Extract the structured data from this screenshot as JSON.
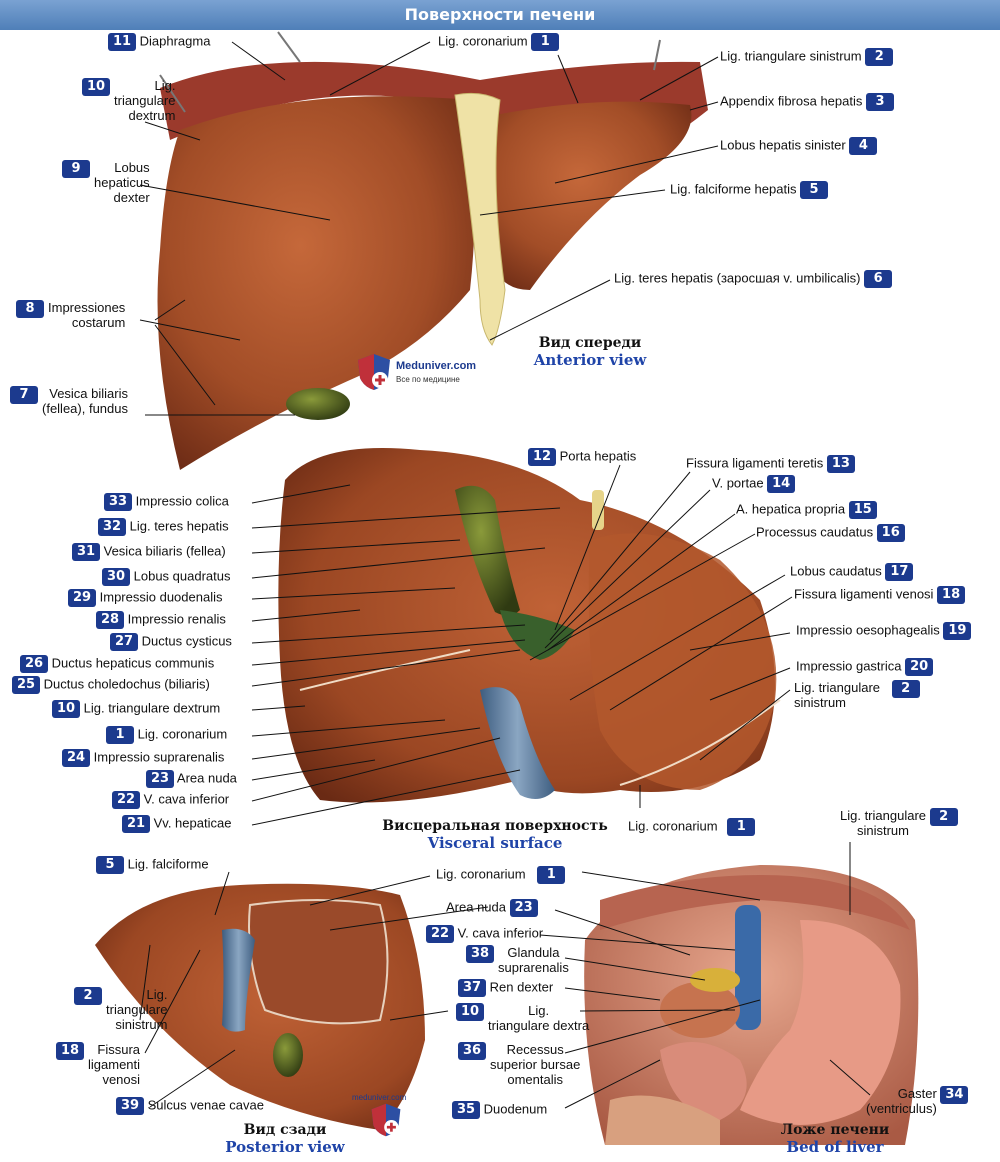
{
  "title": "Поверхности печени",
  "logo": {
    "name": "Meduniver.com",
    "tagline": "Все по медицине",
    "name2": "meduniver.com"
  },
  "colors": {
    "liver": "#a9552e",
    "liver_dark": "#6e2c16",
    "badge": "#1c3a8e",
    "blue_text": "#1f44a8"
  },
  "views": {
    "anterior": {
      "ru": "Вид спереди",
      "en": "Anterior view"
    },
    "visceral": {
      "ru": "Висцеральная поверхность",
      "en": "Visceral surface"
    },
    "posterior": {
      "ru": "Вид сзади",
      "en": "Posterior view"
    },
    "bed": {
      "ru": "Ложе печени",
      "en": "Bed of liver"
    }
  },
  "labels": {
    "l11": {
      "num": "11",
      "text": "Diaphragma"
    },
    "l1a": {
      "num": "1",
      "text": "Lig. coronarium"
    },
    "l2a": {
      "num": "2",
      "text": "Lig. triangulare sinistrum"
    },
    "l3": {
      "num": "3",
      "text": "Appendix fibrosa hepatis"
    },
    "l4": {
      "num": "4",
      "text": "Lobus hepatis sinister"
    },
    "l5a": {
      "num": "5",
      "text": "Lig. falciforme hepatis"
    },
    "l6": {
      "num": "6",
      "text": "Lig. teres hepatis (заросшая v. umbilicalis)"
    },
    "l10a": {
      "num": "10",
      "text": "Lig.\ntriangulare\ndextrum"
    },
    "l9": {
      "num": "9",
      "text": "Lobus\nhepaticus\ndexter"
    },
    "l8": {
      "num": "8",
      "text": "Impressiones\ncostarum"
    },
    "l7": {
      "num": "7",
      "text": "Vesica biliaris\n(fellea), fundus"
    },
    "l12": {
      "num": "12",
      "text": "Porta hepatis"
    },
    "l13": {
      "num": "13",
      "text": "Fissura ligamenti teretis"
    },
    "l14": {
      "num": "14",
      "text": "V. portae"
    },
    "l15": {
      "num": "15",
      "text": "A. hepatica propria"
    },
    "l16": {
      "num": "16",
      "text": "Processus caudatus"
    },
    "l17": {
      "num": "17",
      "text": "Lobus caudatus"
    },
    "l18a": {
      "num": "18",
      "text": "Fissura ligamenti venosi"
    },
    "l19": {
      "num": "19",
      "text": "Impressio oesophagealis"
    },
    "l20": {
      "num": "20",
      "text": "Impressio gastrica"
    },
    "l2b": {
      "num": "2",
      "text": "Lig. triangulare\nsinistrum"
    },
    "l1b": {
      "num": "1",
      "text": "Lig. coronarium"
    },
    "l33": {
      "num": "33",
      "text": "Impressio colica"
    },
    "l32": {
      "num": "32",
      "text": "Lig. teres hepatis"
    },
    "l31": {
      "num": "31",
      "text": "Vesica biliaris (fellea)"
    },
    "l30": {
      "num": "30",
      "text": "Lobus quadratus"
    },
    "l29": {
      "num": "29",
      "text": "Impressio duodenalis"
    },
    "l28": {
      "num": "28",
      "text": "Impressio renalis"
    },
    "l27": {
      "num": "27",
      "text": "Ductus cysticus"
    },
    "l26": {
      "num": "26",
      "text": "Ductus hepaticus communis"
    },
    "l25": {
      "num": "25",
      "text": "Ductus choledochus (biliaris)"
    },
    "l10b": {
      "num": "10",
      "text": "Lig. triangulare dextrum"
    },
    "l1c": {
      "num": "1",
      "text": "Lig. coronarium"
    },
    "l24": {
      "num": "24",
      "text": "Impressio suprarenalis"
    },
    "l23a": {
      "num": "23",
      "text": "Area nuda"
    },
    "l22a": {
      "num": "22",
      "text": "V. cava inferior"
    },
    "l21": {
      "num": "21",
      "text": "Vv. hepaticae"
    },
    "l5b": {
      "num": "5",
      "text": "Lig. falciforme"
    },
    "l2c": {
      "num": "2",
      "text": "Lig.\ntriangulare\nsinistrum"
    },
    "l18b": {
      "num": "18",
      "text": "Fissura\nligamenti\nvenosi"
    },
    "l39": {
      "num": "39",
      "text": "Sulcus venae cavae"
    },
    "l1d": {
      "num": "1",
      "text": "Lig. coronarium"
    },
    "l23b": {
      "num": "23",
      "text": "Area nuda"
    },
    "l22b": {
      "num": "22",
      "text": "V. cava inferior"
    },
    "l38": {
      "num": "38",
      "text": "Glandula\nsuprarenalis"
    },
    "l37": {
      "num": "37",
      "text": "Ren dexter"
    },
    "l10c": {
      "num": "10",
      "text": "Lig.\ntriangulare dextra"
    },
    "l36": {
      "num": "36",
      "text": "Recessus\nsuperior bursae\nomentalis"
    },
    "l35": {
      "num": "35",
      "text": "Duodenum"
    },
    "l2d": {
      "num": "2",
      "text": "Lig. triangulare\nsinistrum"
    },
    "l34": {
      "num": "34",
      "text": "Gaster\n(ventriculus)"
    }
  }
}
